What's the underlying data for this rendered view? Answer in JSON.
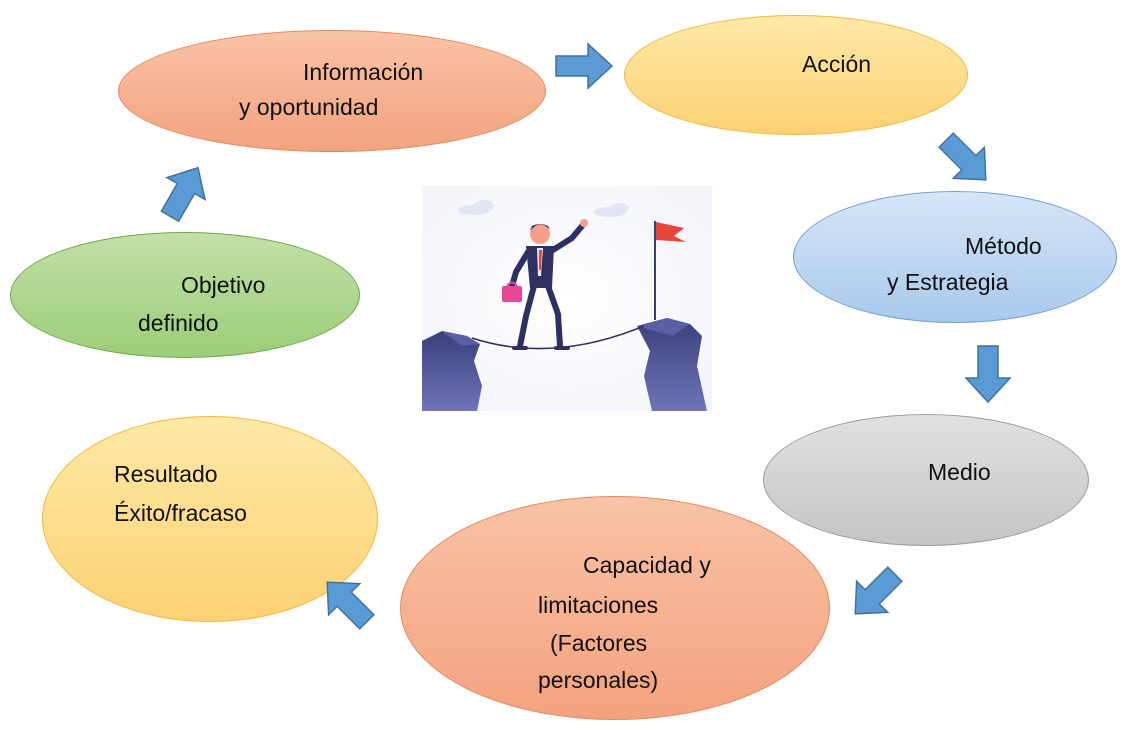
{
  "nodes": {
    "informacion": {
      "line1": "Información",
      "line2": "y oportunidad"
    },
    "accion": {
      "line1": "Acción"
    },
    "metodo": {
      "line1": "Método",
      "line2": "y Estrategia"
    },
    "medio": {
      "line1": "Medio"
    },
    "capacidad": {
      "line1": "Capacidad y",
      "line2": "limitaciones",
      "line3": "(Factores",
      "line4": "personales)"
    },
    "resultado": {
      "line1": "Resultado",
      "line2": "Éxito/fracaso"
    },
    "objetivo": {
      "line1": "Objetivo",
      "line2": "definido"
    }
  },
  "colors": {
    "orange": "#f4a582",
    "yellow": "#fdd67f",
    "blue": "#a9c9ec",
    "gray": "#c8c8c8",
    "green": "#a3d081",
    "arrow": "#5b9bd5"
  },
  "illustration": "businessman-tightrope-walk-flag-icon"
}
